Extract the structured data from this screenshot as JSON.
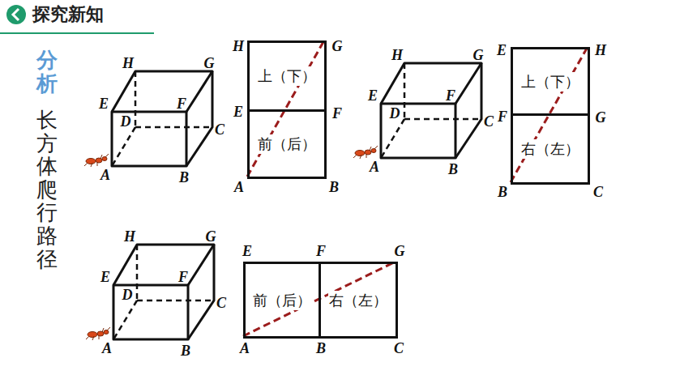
{
  "diagram": {
    "title": "探究新知",
    "nodes": [
      {
        "text": [
          "上（下）"
        ]
      },
      {
        "text": [
          "前（后）"
        ]
      },
      {
        "text": [
          "上（下）"
        ]
      },
      {
        "text": [
          "右（左）"
        ]
      },
      {
        "text": [
          "前（后）"
        ]
      },
      {
        "text": [
          "右（左）"
        ]
      }
    ],
    "labels": [
      "分析",
      "长方体爬行路径",
      "H",
      "G",
      "E",
      "F",
      "D",
      "C",
      "A",
      "B",
      "H",
      "G",
      "E",
      "F",
      "A",
      "B",
      "H",
      "G",
      "E",
      "F",
      "D",
      "C",
      "A",
      "B",
      "E",
      "H",
      "F",
      "G",
      "B",
      "C",
      "H",
      "G",
      "E",
      "F",
      "D",
      "C",
      "A",
      "B",
      "E",
      "F",
      "G",
      "A",
      "B",
      "C"
    ]
  }
}
